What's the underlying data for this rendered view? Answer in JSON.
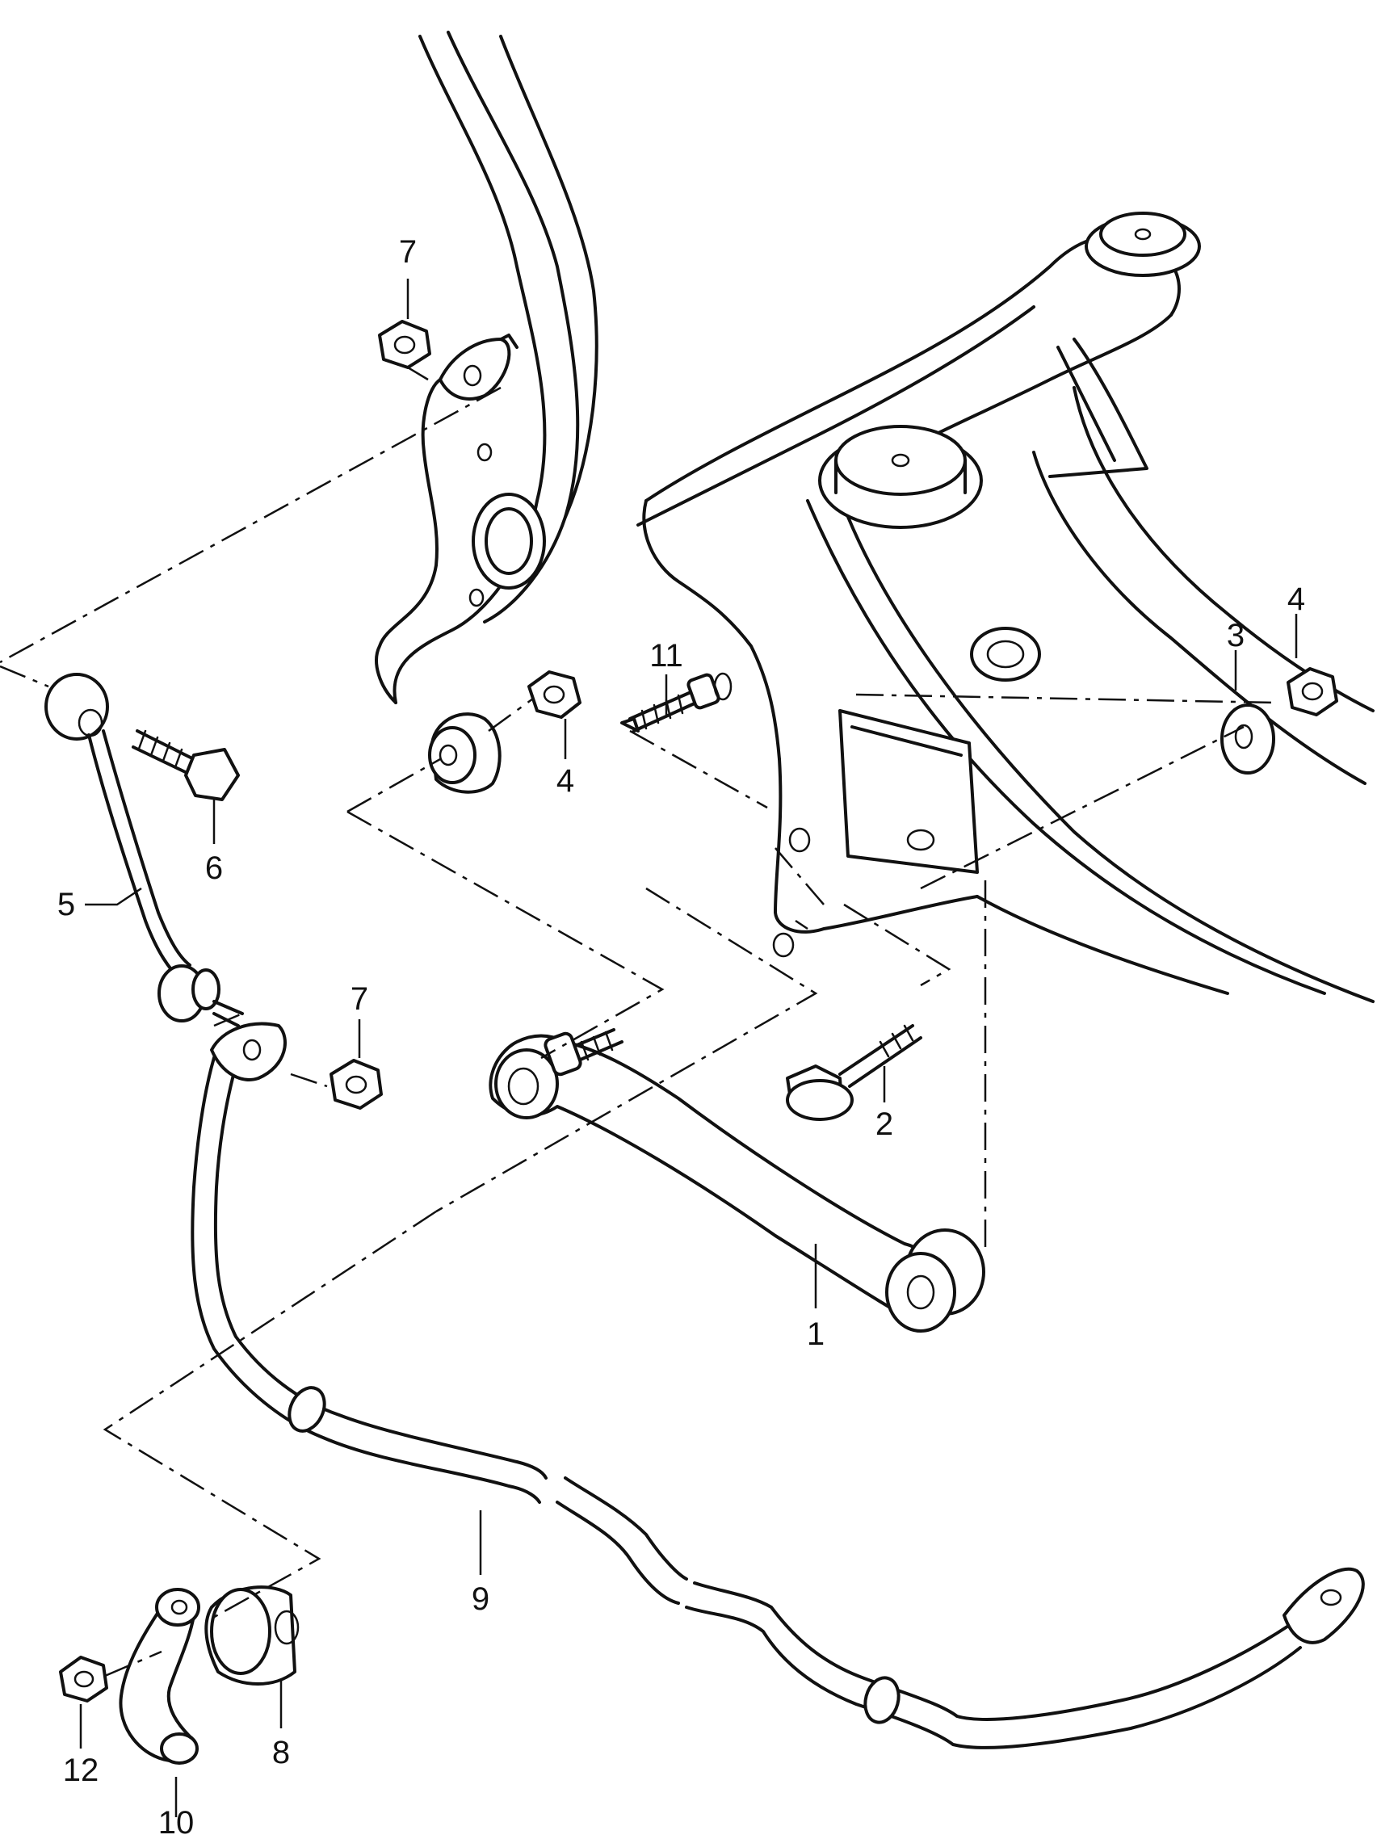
{
  "callouts": [
    {
      "id": "1",
      "label": "1"
    },
    {
      "id": "2",
      "label": "2"
    },
    {
      "id": "3",
      "label": "3"
    },
    {
      "id": "4a",
      "label": "4"
    },
    {
      "id": "4b",
      "label": "4"
    },
    {
      "id": "5",
      "label": "5"
    },
    {
      "id": "6",
      "label": "6"
    },
    {
      "id": "7a",
      "label": "7"
    },
    {
      "id": "7b",
      "label": "7"
    },
    {
      "id": "8",
      "label": "8"
    },
    {
      "id": "9",
      "label": "9"
    },
    {
      "id": "10",
      "label": "10"
    },
    {
      "id": "11",
      "label": "11"
    },
    {
      "id": "12",
      "label": "12"
    }
  ]
}
